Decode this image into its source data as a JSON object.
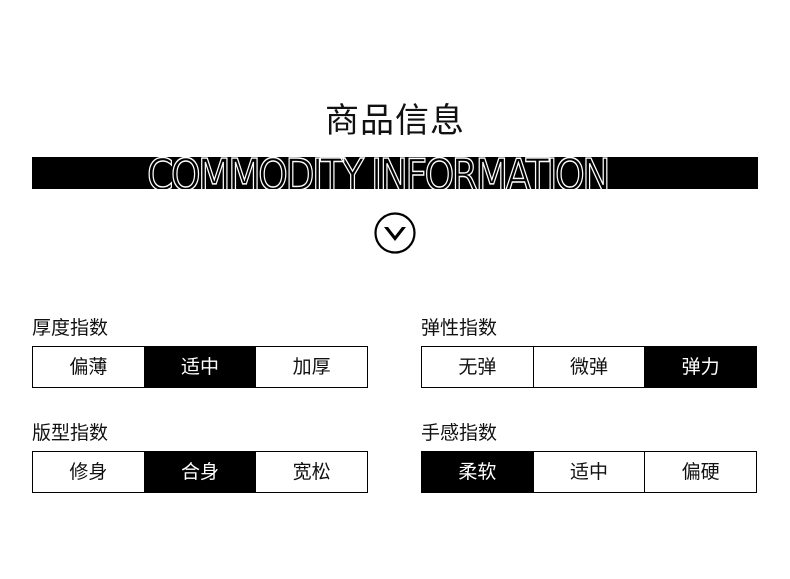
{
  "header": {
    "title": "商品信息",
    "subtitle": "COMMODITY INFORMATION",
    "icon": "chevron-down-circle-icon"
  },
  "groups": [
    {
      "label": "厚度指数",
      "options": [
        "偏薄",
        "适中",
        "加厚"
      ],
      "selected_index": 1
    },
    {
      "label": "弹性指数",
      "options": [
        "无弹",
        "微弹",
        "弹力"
      ],
      "selected_index": 2
    },
    {
      "label": "版型指数",
      "options": [
        "修身",
        "合身",
        "宽松"
      ],
      "selected_index": 1
    },
    {
      "label": "手感指数",
      "options": [
        "柔软",
        "适中",
        "偏硬"
      ],
      "selected_index": 0
    }
  ],
  "colors": {
    "active_bg": "#000000",
    "active_text": "#ffffff",
    "inactive_bg": "#ffffff",
    "inactive_text": "#111111"
  }
}
